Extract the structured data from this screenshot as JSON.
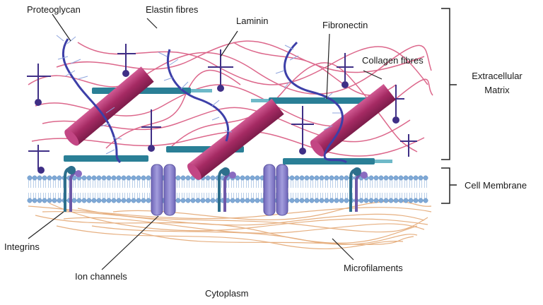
{
  "labels": {
    "proteoglycan": "Proteoglycan",
    "elastin": "Elastin fibres",
    "laminin": "Laminin",
    "fibronectin": "Fibronectin",
    "collagen": "Collagen fibres",
    "ecm_line1": "Extracellular",
    "ecm_line2": "Matrix",
    "cell_membrane": "Cell Membrane",
    "integrins": "Integrins",
    "ion_channels": "Ion channels",
    "microfilaments": "Microfilaments",
    "cytoplasm": "Cytoplasm"
  },
  "colors": {
    "elastin": "#d9577f",
    "collagen": "#b0336b",
    "proteoglycan": "#3d3fa8",
    "fibronectin": "#2a7f96",
    "laminin": "#3f2f86",
    "membrane_head": "#7fa9d6",
    "ion_channel": "#8a83c9",
    "microfilament": "#e2a26a",
    "leader_line": "#222222"
  }
}
